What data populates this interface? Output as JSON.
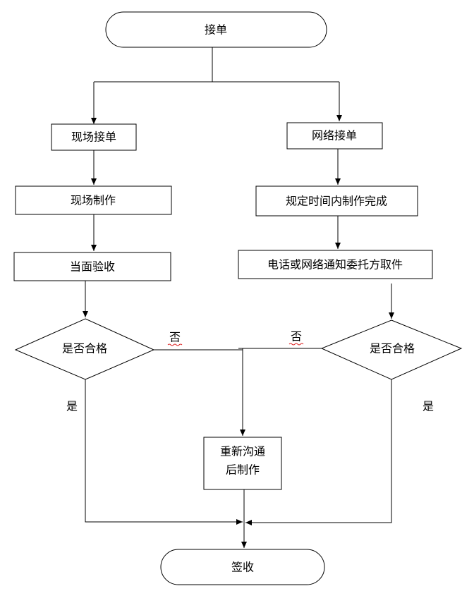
{
  "nodes": {
    "start": "接单",
    "onsite_order": "现场接单",
    "online_order": "网络接单",
    "onsite_make": "现场制作",
    "timed_make": "规定时间内制作完成",
    "face_check": "当面验收",
    "notify_pickup": "电话或网络通知委托方取件",
    "qc_left": "是否合格",
    "qc_right": "是否合格",
    "remake_line1": "重新沟通",
    "remake_line2": "后制作",
    "end": "签收"
  },
  "edge_labels": {
    "no_left": "否",
    "no_right": "否",
    "yes_left": "是",
    "yes_right": "是"
  }
}
